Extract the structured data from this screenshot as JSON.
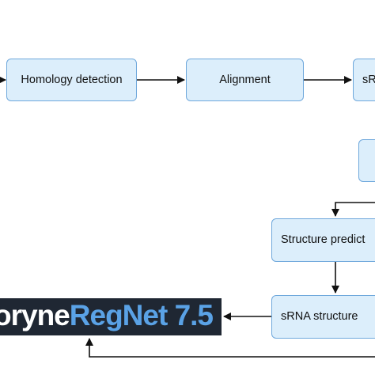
{
  "nodes": {
    "homology_detection": "Homology detection",
    "alignment": "Alignment",
    "srna_partial": "sR",
    "structure_prediction_partial": "Structure predict",
    "srna_structures_partial": "sRNA structure"
  },
  "logo": {
    "part_1": "ory",
    "part_2": "ne",
    "part_3": "RegNet",
    "version": "7.5"
  },
  "colors": {
    "box_fill": "#dceefb",
    "box_border": "#6fa8dc",
    "logo_background": "#1f2733",
    "logo_accent": "#5aa2e6"
  }
}
